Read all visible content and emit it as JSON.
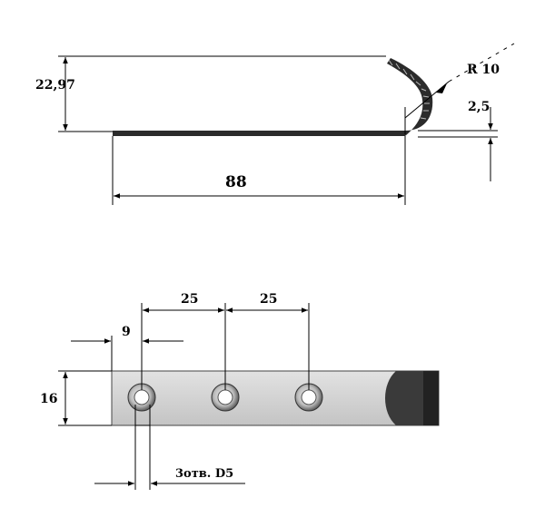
{
  "top_view": {
    "height_label": "22,97",
    "radius_label": "R 10",
    "thickness_label": "2,5",
    "length_label": "88"
  },
  "bottom_view": {
    "spacing_1_label": "25",
    "spacing_2_label": "25",
    "edge_offset_label": "9",
    "width_label": "16",
    "holes_label": "3отв. D5"
  },
  "colors": {
    "line": "#000000",
    "plate_fill": "#cfcfcf",
    "plate_dark": "#3a3a3a",
    "bend_dark": "#2b2b2b"
  }
}
